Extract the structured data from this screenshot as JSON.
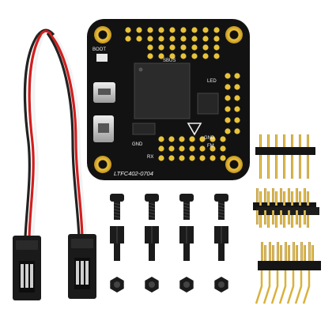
{
  "board": {
    "model_label": "LTFC402-0704",
    "labels": {
      "boot": "BOOT",
      "gnd_left": "GND",
      "gnd_right": "GND",
      "sbus": "SBUS",
      "led": "LED",
      "rx": "RX",
      "fm": "FM"
    }
  },
  "colors": {
    "pcb": "#121212",
    "pad_gold": "#e7c23a",
    "mount_ring": "#f0c43c",
    "connector_silver": "#cfcfcf",
    "wire_black": "#222222",
    "wire_red": "#d11f1f",
    "wire_white": "#f3f3f3",
    "hardware_black": "#1b1b1b",
    "pin_gold": "#d9b23c"
  },
  "items": {
    "screws_count": 4,
    "standoffs_count": 4,
    "nuts_count": 4,
    "header_strips": 3,
    "servo_cables": 1
  }
}
